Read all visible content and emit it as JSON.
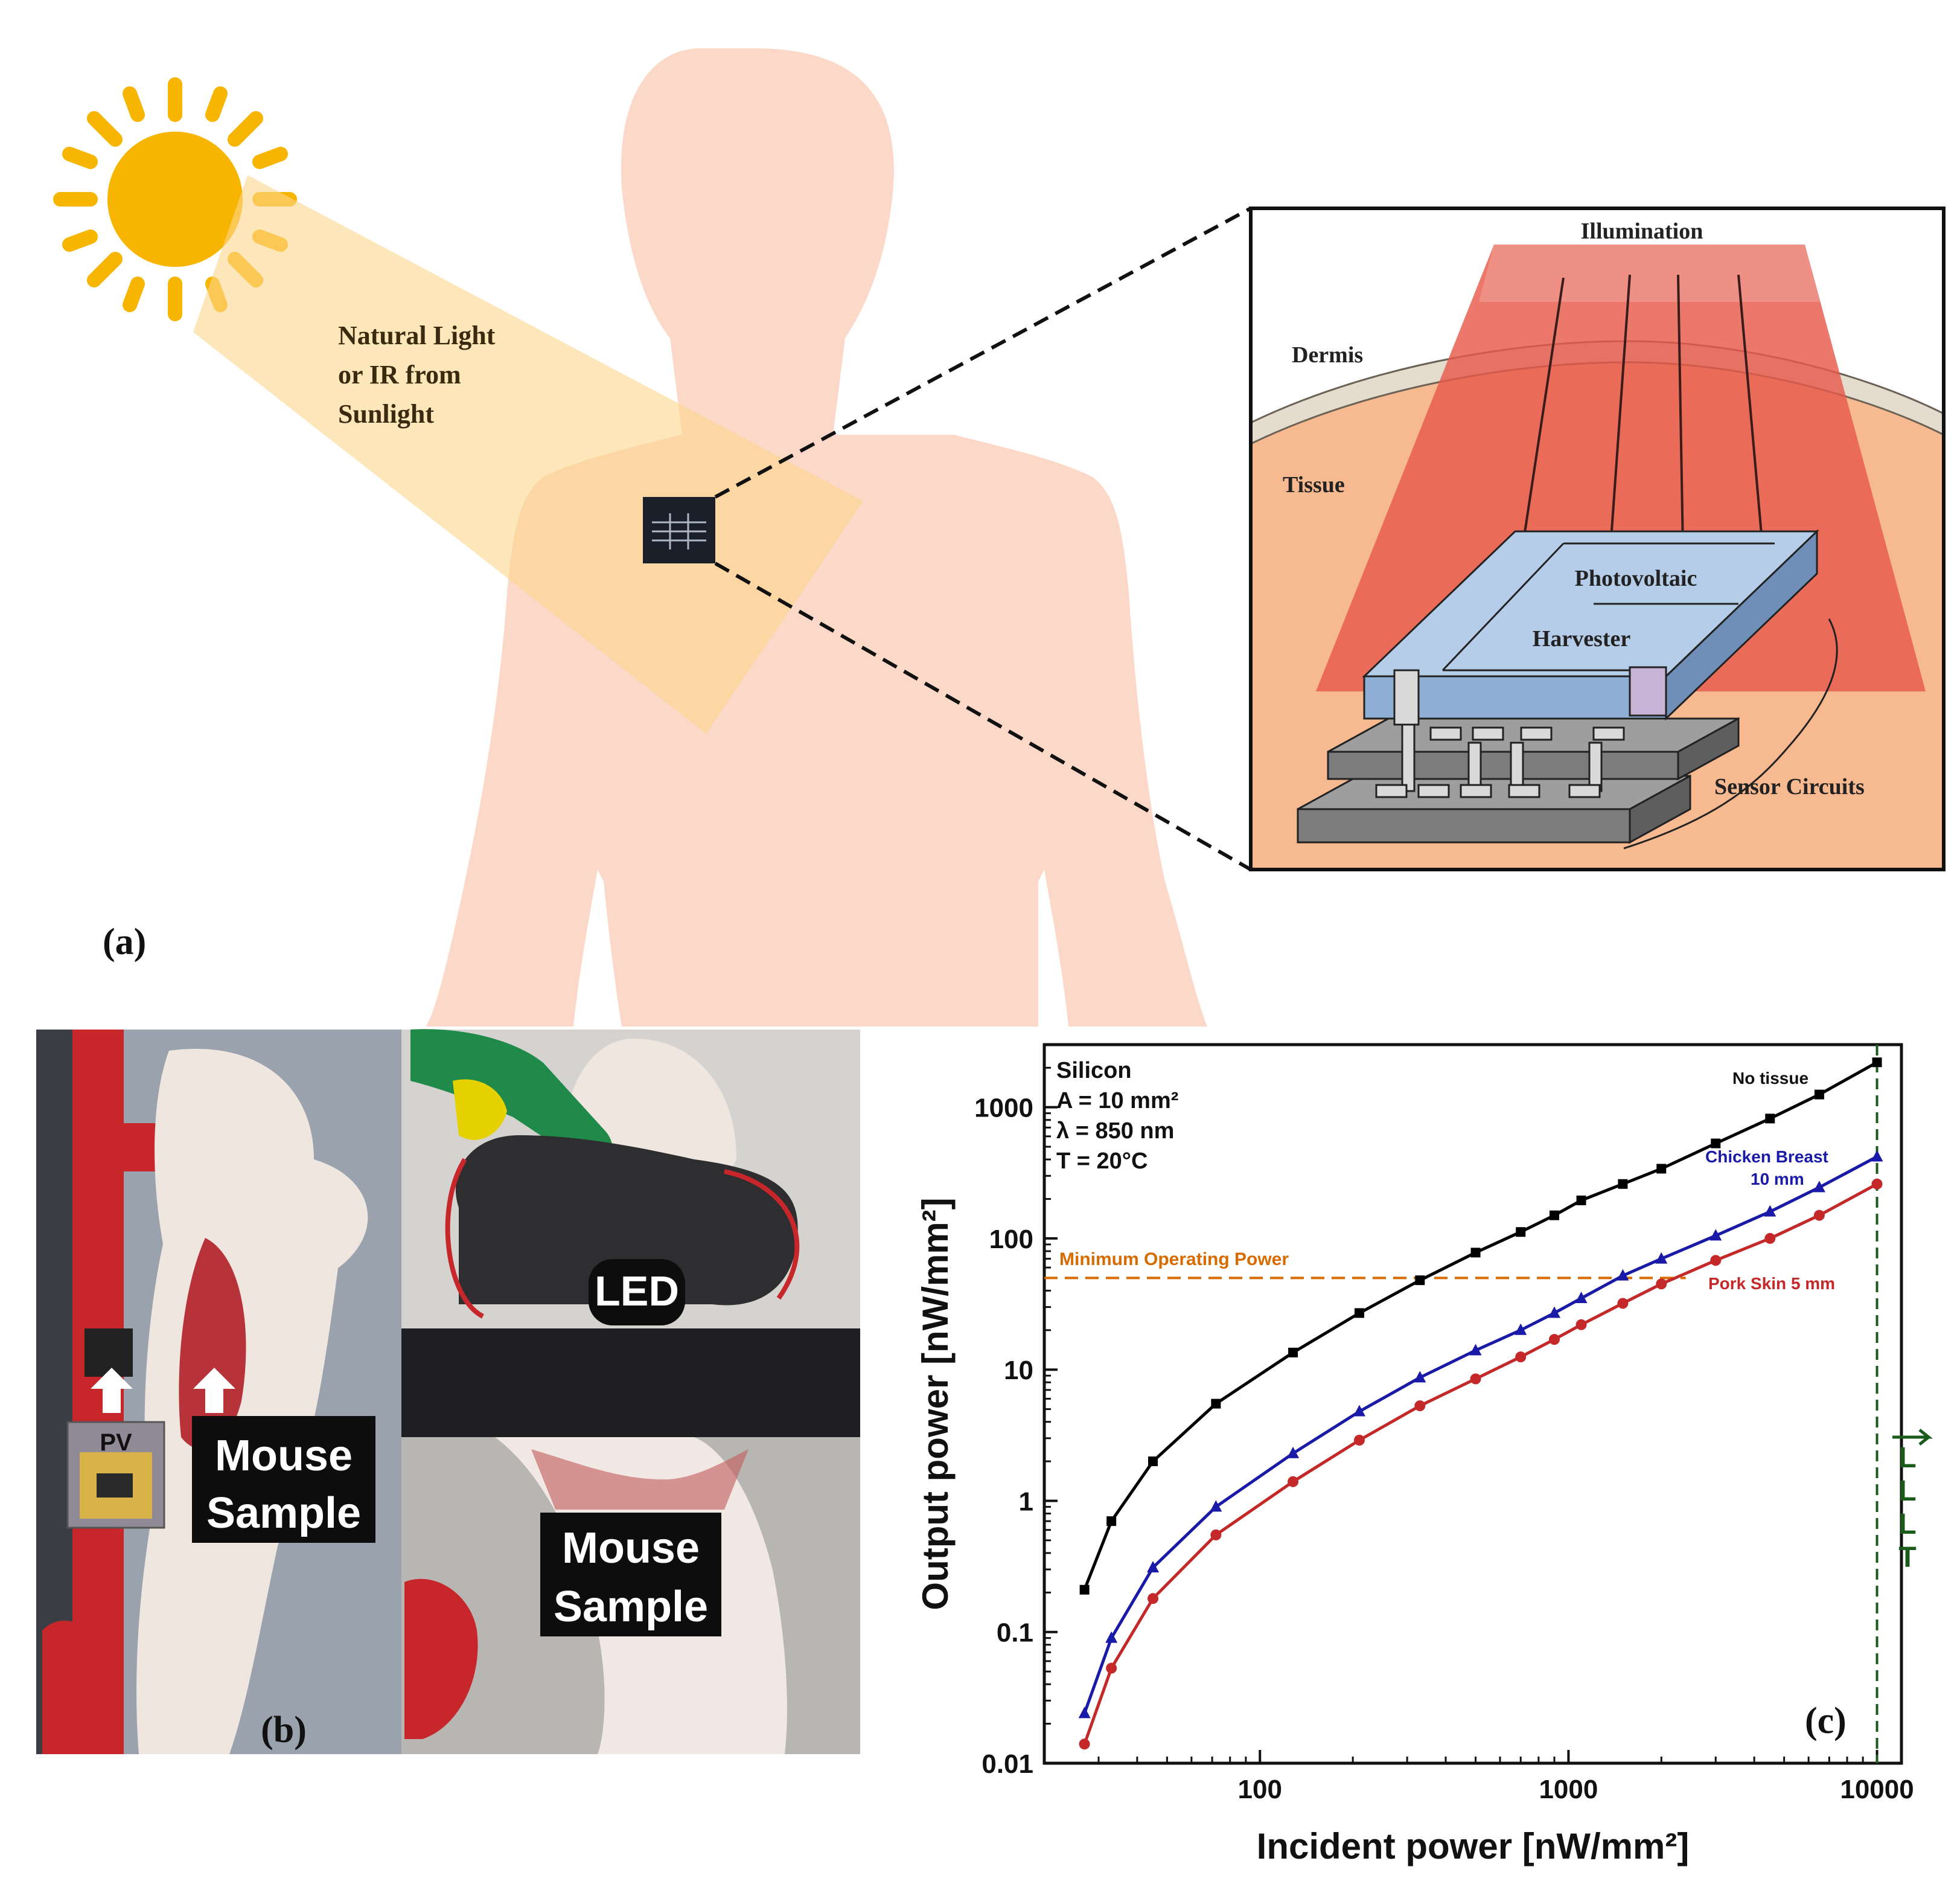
{
  "panel_a": {
    "panel_label": "(a)",
    "light_caption": [
      "Natural Light",
      "or IR from",
      "Sunlight"
    ],
    "inset": {
      "illumination": "Illumination",
      "dermis": "Dermis",
      "tissue": "Tissue",
      "harvester_line1": "Photovoltaic",
      "harvester_line2": "Harvester",
      "sensor_circuits": "Sensor Circuits"
    },
    "colors": {
      "sun": "#f7b500",
      "body": "#fcd8c8",
      "light_beam": "#fbd68a",
      "illumination": "#e65a4a",
      "harvester": "#9bbde0",
      "tissue": "#f7b98f"
    }
  },
  "panel_b": {
    "panel_label": "(b)",
    "label_pv": "PV",
    "label_mouse_left": [
      "Mouse",
      "Sample"
    ],
    "label_led": "LED",
    "label_mouse_right": [
      "Mouse",
      "Sample"
    ]
  },
  "panel_c": {
    "panel_label": "(c)",
    "conditions": [
      "Silicon",
      "A = 10 mm²",
      "λ = 850 nm",
      "T = 20°C"
    ],
    "threshold_label": "Minimum Operating Power",
    "lllt_label": [
      "L",
      "L",
      "L",
      "T"
    ]
  },
  "chart_data": {
    "type": "line",
    "xlabel": "Incident power [nW/mm²]",
    "ylabel": "Output power [nW/mm²]",
    "xscale": "log",
    "yscale": "log",
    "xlim": [
      20,
      12000
    ],
    "ylim": [
      0.01,
      3000
    ],
    "xticks": [
      100,
      1000,
      10000
    ],
    "xtick_labels": [
      "100",
      "1000",
      "10000"
    ],
    "yticks": [
      0.01,
      0.1,
      1,
      10,
      100,
      1000
    ],
    "ytick_labels": [
      "0.01",
      "0.1",
      "1",
      "10",
      "100",
      "1000"
    ],
    "threshold": {
      "y": 50
    },
    "vline": {
      "x": 10000
    },
    "series": [
      {
        "name": "No tissue",
        "color": "#000000",
        "marker": "square",
        "points": [
          [
            27,
            0.21
          ],
          [
            33,
            0.7
          ],
          [
            45,
            2.0
          ],
          [
            72,
            5.5
          ],
          [
            128,
            13.5
          ],
          [
            210,
            27
          ],
          [
            330,
            48
          ],
          [
            500,
            78
          ],
          [
            700,
            112
          ],
          [
            900,
            150
          ],
          [
            1100,
            195
          ],
          [
            1500,
            260
          ],
          [
            2000,
            340
          ],
          [
            3000,
            530
          ],
          [
            4500,
            820
          ],
          [
            6500,
            1250
          ],
          [
            10000,
            2200
          ]
        ]
      },
      {
        "name": "Chicken Breast 10 mm",
        "color": "#1a1aa8",
        "marker": "triangle",
        "points": [
          [
            27,
            0.024
          ],
          [
            33,
            0.09
          ],
          [
            45,
            0.31
          ],
          [
            72,
            0.9
          ],
          [
            128,
            2.3
          ],
          [
            210,
            4.8
          ],
          [
            330,
            8.7
          ],
          [
            500,
            14
          ],
          [
            700,
            20
          ],
          [
            900,
            27
          ],
          [
            1100,
            35
          ],
          [
            1500,
            52
          ],
          [
            2000,
            70
          ],
          [
            3000,
            105
          ],
          [
            4500,
            160
          ],
          [
            6500,
            245
          ],
          [
            10000,
            420
          ]
        ]
      },
      {
        "name": "Pork Skin 5 mm",
        "color": "#c42828",
        "marker": "circle",
        "points": [
          [
            27,
            0.014
          ],
          [
            33,
            0.053
          ],
          [
            45,
            0.18
          ],
          [
            72,
            0.55
          ],
          [
            128,
            1.4
          ],
          [
            210,
            2.9
          ],
          [
            330,
            5.3
          ],
          [
            500,
            8.5
          ],
          [
            700,
            12.5
          ],
          [
            900,
            17
          ],
          [
            1100,
            22
          ],
          [
            1500,
            32
          ],
          [
            2000,
            45
          ],
          [
            3000,
            68
          ],
          [
            4500,
            100
          ],
          [
            6500,
            150
          ],
          [
            10000,
            260
          ]
        ]
      }
    ],
    "series_labels": {
      "no_tissue": "No tissue",
      "chicken": [
        "Chicken Breast",
        "10 mm"
      ],
      "pork": "Pork Skin 5 mm"
    }
  }
}
